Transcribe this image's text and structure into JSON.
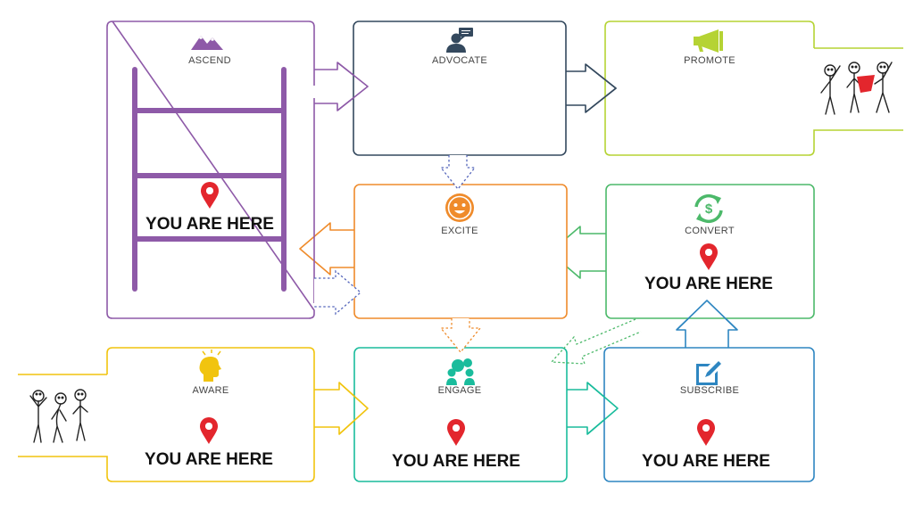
{
  "colors": {
    "ascend": "#8e5aa8",
    "advocate": "#34495e",
    "promote": "#b5d334",
    "excite": "#ef8b2b",
    "convert": "#4cb96a",
    "aware": "#f1c40f",
    "engage": "#1abc9c",
    "subscribe": "#2e86c1",
    "pin": "#e3262d",
    "dotted": "#5566bb"
  },
  "stages": [
    {
      "id": "ascend",
      "label": "ASCEND",
      "icon": "mountain-icon",
      "here": "YOU ARE HERE"
    },
    {
      "id": "advocate",
      "label": "ADVOCATE",
      "icon": "speaker-person-icon",
      "here": ""
    },
    {
      "id": "promote",
      "label": "PROMOTE",
      "icon": "megaphone-icon",
      "here": ""
    },
    {
      "id": "excite",
      "label": "EXCITE",
      "icon": "smiley-icon",
      "here": ""
    },
    {
      "id": "convert",
      "label": "CONVERT",
      "icon": "dollar-cycle-icon",
      "here": "YOU ARE HERE"
    },
    {
      "id": "aware",
      "label": "AWARE",
      "icon": "thinking-head-icon",
      "here": "YOU ARE HERE"
    },
    {
      "id": "engage",
      "label": "ENGAGE",
      "icon": "people-chat-icon",
      "here": "YOU ARE HERE"
    },
    {
      "id": "subscribe",
      "label": "SUBSCRIBE",
      "icon": "edit-form-icon",
      "here": "YOU ARE HERE"
    }
  ]
}
